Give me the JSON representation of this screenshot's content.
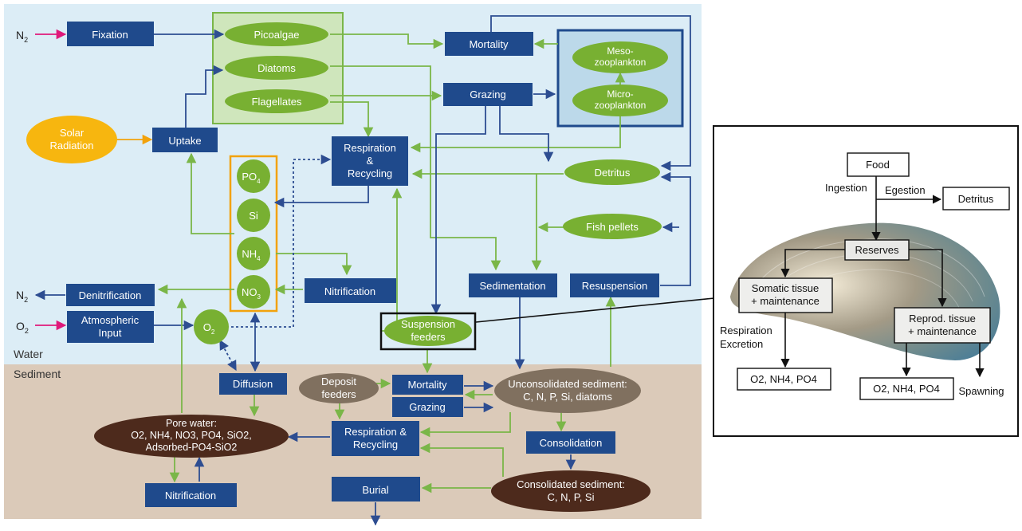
{
  "colors": {
    "water": "#dcedf6",
    "sediment": "#dbcab9",
    "process_box": "#1f4a8c",
    "organism": "#78b032",
    "brown": "#4d2a1c",
    "tan": "#80705f",
    "solar": "#f7b60f",
    "phyto_panel": "#cfe6bc",
    "zoo_panel": "#bcd9ea",
    "arrow_blue": "#2d4d91",
    "arrow_green": "#7ab648",
    "arrow_pink": "#e0197a",
    "arrow_orange": "#f2a20c"
  },
  "zones": {
    "water": "Water",
    "sediment": "Sediment"
  },
  "external": {
    "n2_in": [
      "N",
      "2"
    ],
    "o2_in": [
      "O",
      "2"
    ],
    "n2_out": [
      "N",
      "2"
    ]
  },
  "water_processes": {
    "fixation": [
      "Fixation"
    ],
    "uptake": [
      "Uptake"
    ],
    "mortality": [
      "Mortality"
    ],
    "grazing": [
      "Grazing"
    ],
    "respiration": [
      "Respiration",
      "&",
      "Recycling"
    ],
    "nitrification": [
      "Nitrification"
    ],
    "denitrification": [
      "Denitrification"
    ],
    "atmospheric_input": [
      "Atmospheric",
      "Input"
    ],
    "sedimentation": [
      "Sedimentation"
    ],
    "resuspension": [
      "Resuspension"
    ]
  },
  "organisms": {
    "picoalgae": [
      "Picoalgae"
    ],
    "diatoms": [
      "Diatoms"
    ],
    "flagellates": [
      "Flagellates"
    ],
    "mesozooplankton": [
      "Meso-",
      "zooplankton"
    ],
    "microzooplankton": [
      "Micro-",
      "zooplankton"
    ],
    "detritus": [
      "Detritus"
    ],
    "fish_pellets": [
      "Fish pellets"
    ],
    "suspension_feeders": [
      "Suspension",
      "feeders"
    ],
    "solar_radiation": [
      "Solar",
      "Radiation"
    ]
  },
  "nutrients": {
    "po4": [
      "PO",
      "4"
    ],
    "si": [
      "Si",
      ""
    ],
    "nh4": [
      "NH",
      "4"
    ],
    "no3": [
      "NO",
      "3"
    ],
    "o2": [
      "O",
      "2"
    ]
  },
  "sediment_processes": {
    "diffusion": [
      "Diffusion"
    ],
    "mortality": [
      "Mortality"
    ],
    "grazing": [
      "Grazing"
    ],
    "respiration": [
      "Respiration &",
      "Recycling"
    ],
    "consolidation": [
      "Consolidation"
    ],
    "burial": [
      "Burial"
    ],
    "nitrification": [
      "Nitrification"
    ]
  },
  "sediment_pools": {
    "deposit_feeders": [
      "Deposit",
      "feeders"
    ],
    "unconsolidated": [
      "Unconsolidated sediment:",
      "C, N, P, Si, diatoms"
    ],
    "consolidated": [
      "Consolidated sediment:",
      "C, N, P, Si"
    ],
    "pore_water": [
      "Pore water:",
      "O2, NH4, NO3, PO4, SiO2,",
      "Adsorbed-PO4-SiO2"
    ]
  },
  "inset": {
    "food": [
      "Food"
    ],
    "ingestion": [
      "Ingestion"
    ],
    "egestion": [
      "Egestion"
    ],
    "detritus": [
      "Detritus"
    ],
    "reserves": [
      "Reserves"
    ],
    "somatic": [
      "Somatic tissue",
      "+ maintenance"
    ],
    "reprod": [
      "Reprod. tissue",
      "+ maintenance"
    ],
    "resp_excr": [
      "Respiration",
      "Excretion"
    ],
    "out_somatic": [
      "O2, NH4, PO4"
    ],
    "out_reprod": [
      "O2, NH4, PO4"
    ],
    "spawning": [
      "Spawning"
    ]
  }
}
